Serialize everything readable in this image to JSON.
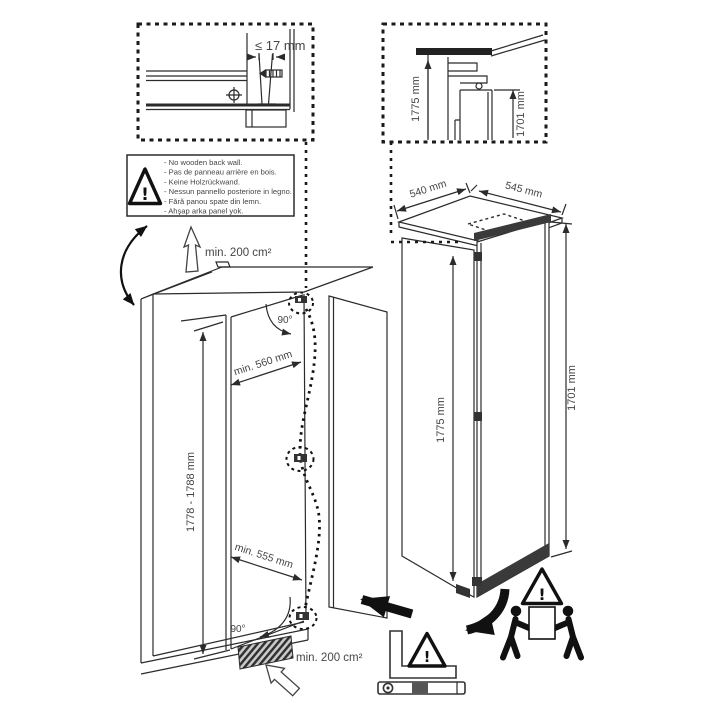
{
  "labels": {
    "gap_dim": "≤ 17 mm",
    "section_height": "1775 mm",
    "section_door_height": "1701 mm",
    "vent_top": "min. 200 cm²",
    "vent_bottom": "min. 200 cm²",
    "niche_height": "1778 - 1788 mm",
    "niche_depth_top": "min. 560 mm",
    "niche_depth_bottom": "min. 555 mm",
    "angle_top": "90°",
    "angle_bottom": "90°",
    "fridge_width": "540 mm",
    "fridge_depth": "545 mm",
    "fridge_height": "1775 mm",
    "fridge_door_height": "1701 mm",
    "exclamation": "!"
  },
  "warning_box": {
    "lines": [
      "- No wooden back wall.",
      "- Pas de panneau arrière en bois.",
      "- Keine Holzrückwand.",
      "- Nessun pannello posteriore in legno.",
      "- Fără panou spate din lemn.",
      "- Ahşap arka panel yok."
    ]
  },
  "colors": {
    "line": "#2b2b2b",
    "label": "#454545",
    "dark_fill": "#3a3a3a",
    "background": "#ffffff"
  }
}
